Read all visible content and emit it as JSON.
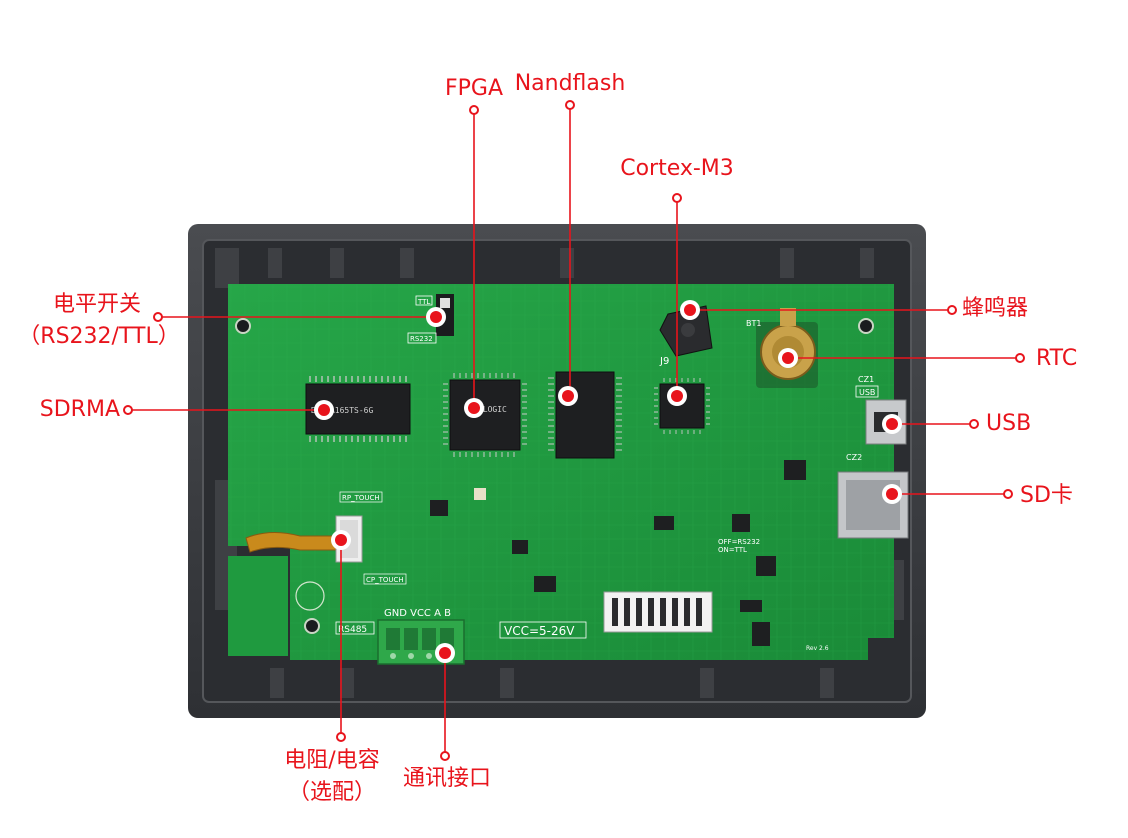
{
  "labels": {
    "fpga": "FPGA",
    "nandflash": "Nandflash",
    "cortex": "Cortex-M3",
    "level_switch_line1": "电平开关",
    "level_switch_line2": "（RS232/TTL）",
    "sdram": "SDRMA",
    "buzzer": "蜂鸣器",
    "rtc": "RTC",
    "usb": "USB",
    "sd_card": "SD卡",
    "resistor_line1": "电阻/电容",
    "resistor_line2": "（选配）",
    "comm_port": "通讯接口"
  },
  "board_text": {
    "ttl": "TTL",
    "rs232": "RS232",
    "rp_touch": "RP_TOUCH",
    "cp_touch": "CP_TOUCH",
    "rs485": "RS485",
    "terminal": "GND VCC A  B",
    "vcc": "VCC=5-26V",
    "usb": "USB",
    "j9": "J9",
    "cz1": "CZ1",
    "cz2": "CZ2",
    "bt1": "BT1",
    "off_rs232": "OFF=RS232",
    "on_ttl": "ON=TTL",
    "rev": "Rev 2.6",
    "chip_sdram": "EM63A165TS-6G",
    "chip_fpga": "ANLOGIC"
  },
  "colors": {
    "label": "#e8141c",
    "pcb": "#1f9a3f",
    "case": "#3b3d41",
    "terminal": "#2fa84a"
  }
}
